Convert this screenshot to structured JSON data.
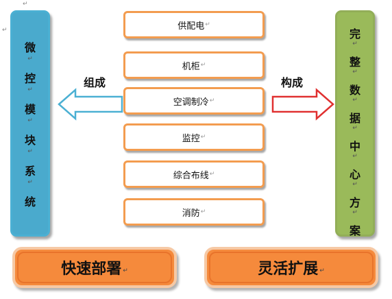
{
  "center_items": [
    {
      "label": "供配电"
    },
    {
      "label": "机柜"
    },
    {
      "label": "空调制冷"
    },
    {
      "label": "监控"
    },
    {
      "label": "综合布线"
    },
    {
      "label": "消防"
    }
  ],
  "left_panel": {
    "title_chars": [
      "微",
      "控",
      "模",
      "块",
      "系",
      "统"
    ],
    "color": "#4aaacd"
  },
  "right_panel": {
    "title_chars": [
      "完",
      "整",
      "数",
      "据",
      "中",
      "心",
      "方",
      "案"
    ],
    "color": "#9aba5a"
  },
  "left_arrow": {
    "label": "组成",
    "color": "#4bb0d3"
  },
  "right_arrow": {
    "label": "构成",
    "color": "#e03030"
  },
  "bottom_buttons": [
    {
      "label": "快速部署"
    },
    {
      "label": "灵活扩展"
    }
  ],
  "accent_color": "#f39c4f"
}
